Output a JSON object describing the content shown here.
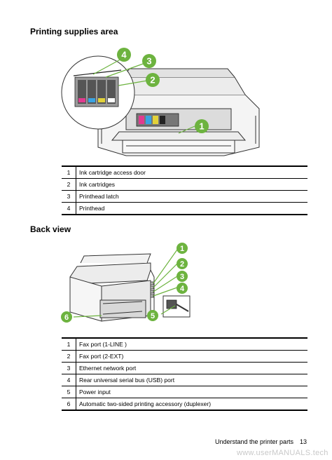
{
  "section1": {
    "title": "Printing supplies area",
    "callouts": [
      "4",
      "3",
      "2",
      "1"
    ],
    "rows": [
      {
        "num": "1",
        "label": "Ink cartridge access door"
      },
      {
        "num": "2",
        "label": "Ink cartridges"
      },
      {
        "num": "3",
        "label": "Printhead latch"
      },
      {
        "num": "4",
        "label": "Printhead"
      }
    ]
  },
  "section2": {
    "title": "Back view",
    "callouts": [
      "1",
      "2",
      "3",
      "4",
      "5",
      "6"
    ],
    "rows": [
      {
        "num": "1",
        "label": "Fax port (1-LINE )"
      },
      {
        "num": "2",
        "label": "Fax port (2-EXT)"
      },
      {
        "num": "3",
        "label": "Ethernet network port"
      },
      {
        "num": "4",
        "label": "Rear universal serial bus (USB) port"
      },
      {
        "num": "5",
        "label": "Power input"
      },
      {
        "num": "6",
        "label": "Automatic two-sided printing accessory (duplexer)"
      }
    ]
  },
  "footer": {
    "title": "Understand the printer parts",
    "page": "13"
  },
  "watermark": "www.userMANUALS.tech",
  "colors": {
    "callout_green": "#6db33f",
    "rule": "#000000",
    "watermark": "#c9c9c9"
  }
}
